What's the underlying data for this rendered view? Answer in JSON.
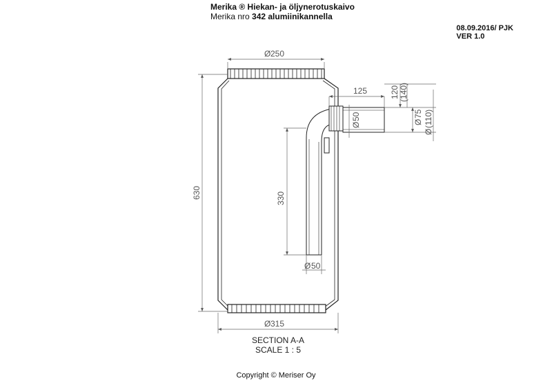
{
  "header": {
    "title": "Merika ® Hiekan- ja öljynerotuskaivo",
    "subtitle_prefix": "Merika nro ",
    "subtitle_bold": "342 alumiinikannella",
    "date": "08.09.2016/ PJK",
    "version": "VER 1.0"
  },
  "dimensions": {
    "top_diameter": "250",
    "bottom_diameter": "315",
    "height": "630",
    "inner_pipe_length": "330",
    "inner_pipe_diameter_bottom": "50",
    "inlet_diameter": "50",
    "outlet_offset": "125",
    "outlet_height": "120",
    "outlet_height_ref": "(140)",
    "outlet_diameter": "75",
    "outlet_diameter_ref": "(110)",
    "diameter_symbol": "Ø"
  },
  "section": {
    "label": "SECTION A-A",
    "scale": "SCALE 1 : 5"
  },
  "footer": {
    "copyright": "Copyright © Meriser Oy"
  }
}
